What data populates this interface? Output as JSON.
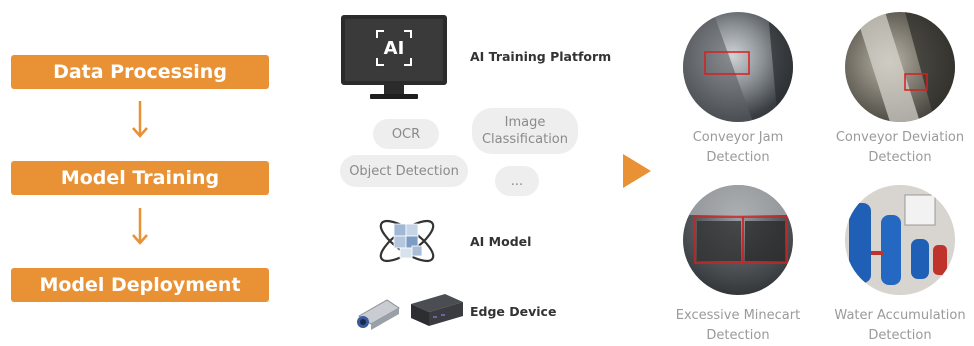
{
  "pipeline": {
    "steps": [
      "Data Processing",
      "Model Training",
      "Model Deployment"
    ]
  },
  "platform": {
    "ai_icon_text": "AI",
    "training_label": "AI Training Platform",
    "tasks": {
      "ocr": "OCR",
      "image_classification": "Image Classification",
      "object_detection": "Object Detection",
      "more": "..."
    },
    "model_label": "AI Model",
    "edge_label": "Edge Device"
  },
  "use_cases": [
    {
      "label": "Conveyor Jam Detection"
    },
    {
      "label": "Conveyor Deviation Detection"
    },
    {
      "label": "Excessive Minecart Detection"
    },
    {
      "label": "Water Accumulation Detection"
    }
  ],
  "colors": {
    "accent": "#e99135",
    "pill_bg": "#eeeeee",
    "caption": "#9a9a9a",
    "detect_box": "#d42020"
  }
}
